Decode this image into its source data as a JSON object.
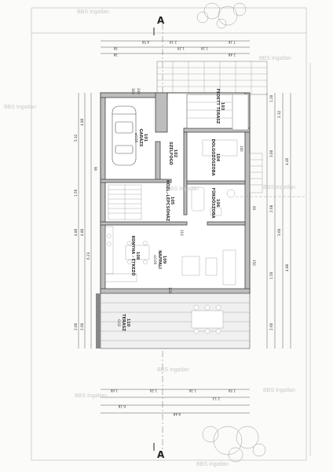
{
  "section_label": "A",
  "watermark": "BBS Ingatlan",
  "rooms": {
    "garage": {
      "no": "101",
      "name": "GARÁZS",
      "level": "±0.00"
    },
    "windlobby": {
      "no": "102",
      "name": "SZÉLFOGÓ"
    },
    "covered": {
      "no": "103",
      "name": "FEDETT TERASZ"
    },
    "study": {
      "no": "104",
      "name": "DOLGOZÓSZOBA"
    },
    "hall": {
      "no": "105",
      "name": "KÖZL.-LÉPCSŐHÁZ"
    },
    "bath": {
      "no": "106",
      "name": "FÜRDŐSZOBA"
    },
    "kitchen": {
      "no": "108",
      "name": "KONYHA - ÉTKEZŐ"
    },
    "living": {
      "no": "109",
      "name": "NAPPALI",
      "level": "±0.00"
    },
    "terrace": {
      "no": "110",
      "name": "TERASZ",
      "level": "-0.02"
    }
  },
  "dims_top": [
    "4.50",
    "1.20",
    "1.20",
    "2.48",
    "30",
    "38",
    "2.10",
    "7.16"
  ],
  "dims_left": [
    "5.32",
    "4.80",
    "1.56",
    "4.80",
    "4.80",
    "6.23",
    "2.60",
    "2.60"
  ],
  "dims_right": [
    "1.20",
    "2.32",
    "3.00",
    "4.46",
    "2.68",
    "3.60",
    "1.50",
    "4.80",
    "2.60"
  ],
  "dims_bottom": [
    "1.00",
    "1.20",
    "1.30",
    "1.50",
    "8.48",
    "6.18",
    "2.13"
  ],
  "misc_labels": [
    "240",
    "300",
    "150",
    "210",
    "100",
    "90",
    "120",
    "60"
  ]
}
